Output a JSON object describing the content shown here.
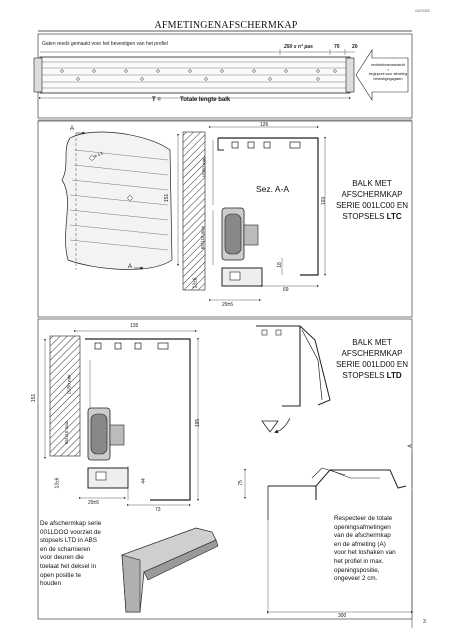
{
  "header": {
    "title": "AFMETINGENAFSCHERMKAP",
    "brand": "GIESSE"
  },
  "top_diagram": {
    "drill_note": "Gaten reeds gemaakt voor het bevestigen van het profiel",
    "pitch_label": "250 x n° pas",
    "dim_70": "70",
    "dim_20": "20",
    "arrow_text_1": "rechtsbinnenaanzicht",
    "arrow_text_2": "=",
    "arrow_text_3": "beginpunt voor afmeting",
    "arrow_text_4": "bevestigingsgaten",
    "t_label": "T =",
    "total_label": "Totale lengte balk"
  },
  "section_1": {
    "section_title": "Sez. A-A",
    "marker_a_top": "A",
    "marker_a_bottom": "A",
    "dim_126": "126",
    "dim_169": "169",
    "dim_151": "151",
    "dim_69": "69",
    "dim_18": "18",
    "dim_13": "13±6",
    "dim_29": "29±6",
    "dim_v1": "15/50 min",
    "dim_v2": "65/110 max",
    "dim_hole": "ø 4.5",
    "label_line1": "BALK MET",
    "label_line2": "AFSCHERMKAP",
    "label_line3": "SERIE 001LC00 EN",
    "label_line4_prefix": "STOPSELS",
    "label_line4_bold": "LTC"
  },
  "section_2": {
    "dim_135": "135",
    "dim_151": "151",
    "dim_195": "195",
    "dim_44": "44",
    "dim_73": "73",
    "dim_13": "13±6",
    "dim_29": "29±6",
    "dim_75": "75",
    "dim_300": "300",
    "dim_v1": "15/50 min",
    "dim_v2": "65/110 max",
    "marker_a": "A",
    "label_line1": "BALK MET",
    "label_line2": "AFSCHERMKAP",
    "label_line3": "SERIE 001LD00 EN",
    "label_line4_prefix": "STOPSELS",
    "label_line4_bold": "LTD",
    "caption_left": [
      "De afschermkap serie",
      "001LDOO voorziet de",
      "stopsels LTD in ABS",
      "en de scharnieren",
      "voor deuren die",
      "toelaat het deksel in",
      "open positie te",
      "houden"
    ],
    "caption_right": [
      "Respecteer de totale",
      "openingsafmetingen",
      "van de afschermkap",
      "en de afmeting (A)",
      "voor het loshaken van",
      "het profiel in max.",
      "openingspositie,",
      "ongeveer 2 cm."
    ]
  },
  "footer": {
    "page_number": "3"
  }
}
